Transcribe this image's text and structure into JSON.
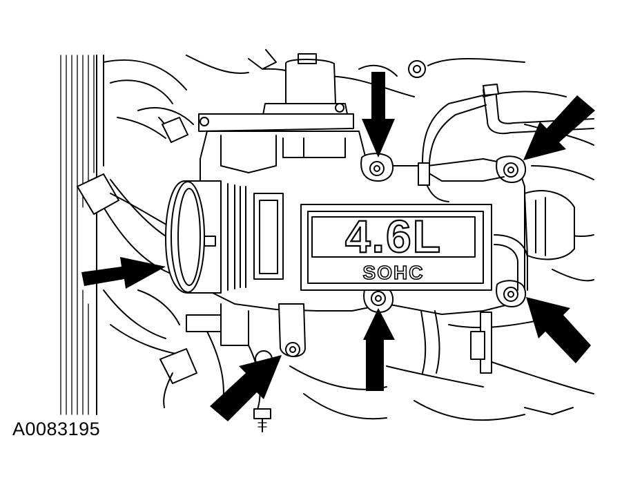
{
  "illustration": {
    "ref_id": "A0083195",
    "cast_displacement": "4.6L",
    "cast_engine_type": "SOHC",
    "callout_arrow_count": 6
  }
}
